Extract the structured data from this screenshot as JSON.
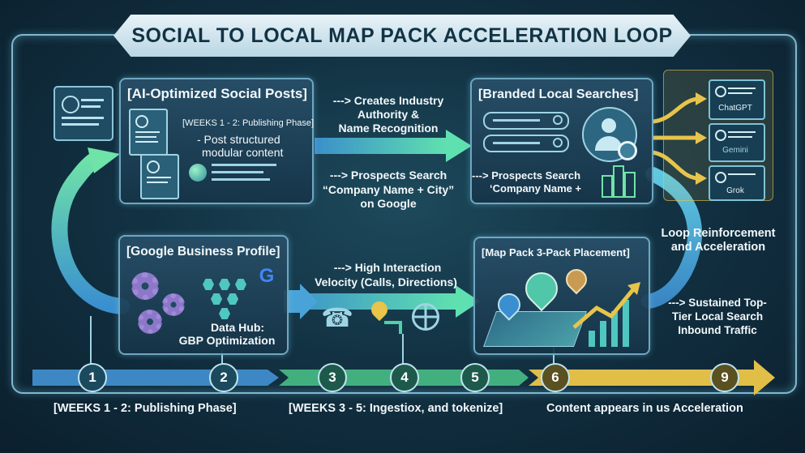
{
  "title": "SOCIAL TO LOCAL MAP PACK ACCELERATION LOOP",
  "social_posts": {
    "heading": "[AI-Optimized Social Posts]",
    "phase": "[WEEKS 1 - 2: Publishing Phase]",
    "line1": "- Post structured",
    "line2": "modular content"
  },
  "branded_searches": {
    "heading": "[Branded Local Searches]",
    "line1": "---> Prospects Search",
    "line2": "‘Company Name +"
  },
  "middle_top": {
    "l1": "---> Creates Industry",
    "l2": "Authority &",
    "l3": "Name Recognition",
    "l4": "---> Prospects Search",
    "l5": "“Company Name + City”",
    "l6": "on Google"
  },
  "gbp": {
    "heading": "[Google Business Profile]",
    "line1": "Data Hub:",
    "line2": "GBP Optimization",
    "google_letter": "G"
  },
  "middle_bottom": {
    "l1": "---> High Interaction",
    "l2": "Velocity (Calls, Directions)"
  },
  "map_pack": {
    "heading": "[Map Pack 3-Pack Placement]"
  },
  "ai_engines": [
    "ChatGPT",
    "Gemini",
    "Grok"
  ],
  "loop": {
    "l1": "Loop Reinforcement",
    "l2": "and Acceleration"
  },
  "sustained": {
    "l1": "---> Sustained Top-",
    "l2": "Tier Local Search",
    "l3": "Inbound Traffic"
  },
  "timeline": {
    "steps": [
      "1",
      "2",
      "3",
      "4",
      "5",
      "6",
      "9"
    ],
    "label1": "[WEEKS 1 - 2: Publishing Phase]",
    "label2": "[WEEKS 3 - 5: Ingestiox, and tokenize]",
    "label3": "Content appears in us Acceleration"
  },
  "colors": {
    "accent_teal": "#4fd1a7",
    "accent_blue": "#4aa3d8",
    "accent_gold": "#e8c44a",
    "google_blue": "#4285f4",
    "google_red": "#ea4335",
    "google_yellow": "#fbbc05",
    "google_green": "#34a853"
  }
}
